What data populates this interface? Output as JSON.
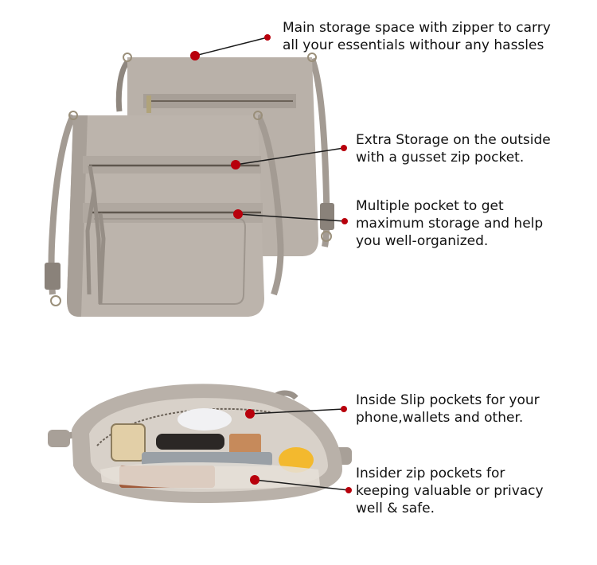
{
  "colors": {
    "background": "#ffffff",
    "bag": "#b7afa7",
    "bag_shadow": "#9b938b",
    "bag_light": "#c9c2ba",
    "marker": "#b8000c",
    "leader": "#1a1a1a",
    "text": "#111111"
  },
  "callouts": [
    {
      "text": "Main storage space with zipper to carry\nall your essentials withour any hassles"
    },
    {
      "text": "Extra Storage on the outside\nwith a gusset zip pocket."
    },
    {
      "text": "Multiple pocket to get\nmaximum storage and help\nyou well-organized."
    },
    {
      "text": "Inside Slip pockets for your\nphone,wallets and other."
    },
    {
      "text": "Insider zip pockets for\nkeeping valuable or privacy\nwell & safe."
    }
  ]
}
